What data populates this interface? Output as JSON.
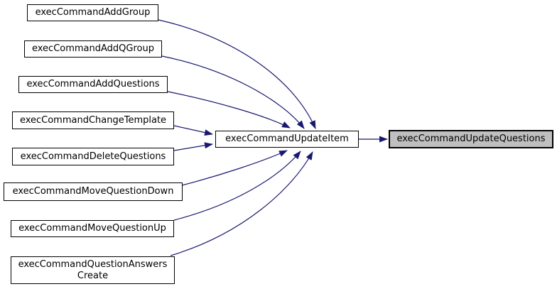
{
  "diagram": {
    "type": "call-graph",
    "background_color": "#ffffff",
    "edge_color": "#191970",
    "node_border_color": "#000000",
    "node_fill_color": "#ffffff",
    "highlight_fill_color": "#bfbfbf",
    "nodes": [
      {
        "id": "execCommandAddGroup",
        "label": "execCommandAddGroup",
        "highlighted": false
      },
      {
        "id": "execCommandAddQGroup",
        "label": "execCommandAddQGroup",
        "highlighted": false
      },
      {
        "id": "execCommandAddQuestions",
        "label": "execCommandAddQuestions",
        "highlighted": false
      },
      {
        "id": "execCommandChangeTemplate",
        "label": "execCommandChangeTemplate",
        "highlighted": false
      },
      {
        "id": "execCommandDeleteQuestions",
        "label": "execCommandDeleteQuestions",
        "highlighted": false
      },
      {
        "id": "execCommandMoveQuestionDown",
        "label": "execCommandMoveQuestionDown",
        "highlighted": false
      },
      {
        "id": "execCommandMoveQuestionUp",
        "label": "execCommandMoveQuestionUp",
        "highlighted": false
      },
      {
        "id": "execCommandQuestionAnswersCreate",
        "label": "execCommandQuestionAnswers\nCreate",
        "highlighted": false
      },
      {
        "id": "execCommandUpdateItem",
        "label": "execCommandUpdateItem",
        "highlighted": false
      },
      {
        "id": "execCommandUpdateQuestions",
        "label": "execCommandUpdateQuestions",
        "highlighted": true
      }
    ],
    "edges": [
      {
        "from": "execCommandAddGroup",
        "to": "execCommandUpdateItem"
      },
      {
        "from": "execCommandAddQGroup",
        "to": "execCommandUpdateItem"
      },
      {
        "from": "execCommandAddQuestions",
        "to": "execCommandUpdateItem"
      },
      {
        "from": "execCommandChangeTemplate",
        "to": "execCommandUpdateItem"
      },
      {
        "from": "execCommandDeleteQuestions",
        "to": "execCommandUpdateItem"
      },
      {
        "from": "execCommandMoveQuestionDown",
        "to": "execCommandUpdateItem"
      },
      {
        "from": "execCommandMoveQuestionUp",
        "to": "execCommandUpdateItem"
      },
      {
        "from": "execCommandQuestionAnswersCreate",
        "to": "execCommandUpdateItem"
      },
      {
        "from": "execCommandUpdateItem",
        "to": "execCommandUpdateQuestions"
      }
    ]
  }
}
